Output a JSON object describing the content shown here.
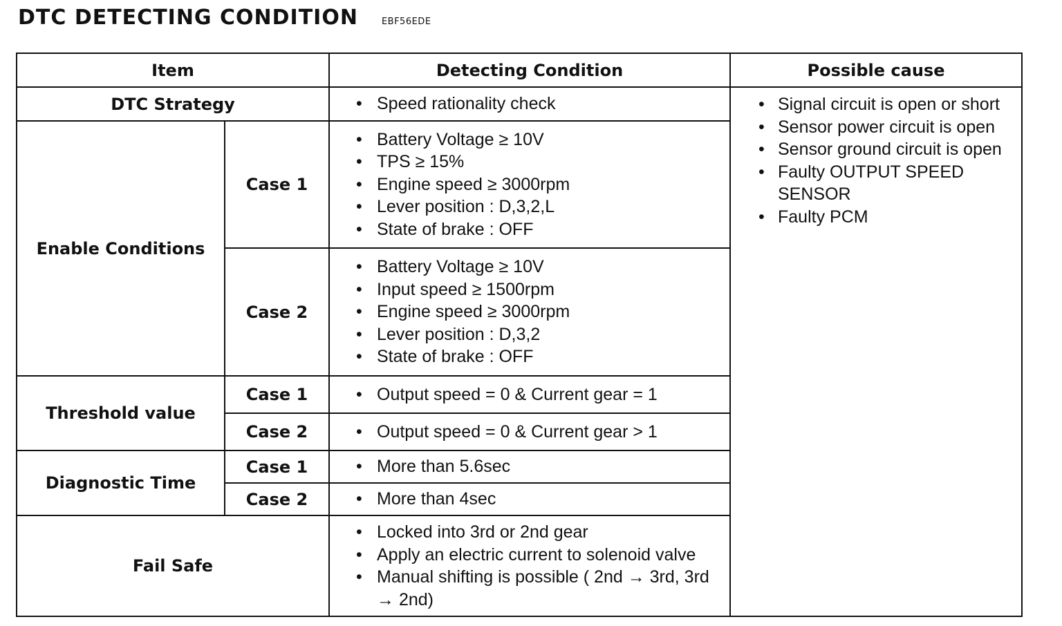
{
  "header": {
    "title": "DTC DETECTING CONDITION",
    "code": "EBF56EDE"
  },
  "table": {
    "columns": [
      "Item",
      "Detecting Condition",
      "Possible cause"
    ],
    "dtc_strategy": {
      "label": "DTC Strategy",
      "conditions": [
        "Speed rationality check"
      ]
    },
    "enable_conditions": {
      "label": "Enable Conditions",
      "case1": {
        "label": "Case 1",
        "conditions": [
          "Battery Voltage ≥ 10V",
          "TPS ≥ 15%",
          "Engine speed ≥ 3000rpm",
          "Lever position : D,3,2,L",
          "State of brake : OFF"
        ]
      },
      "case2": {
        "label": "Case 2",
        "conditions": [
          "Battery Voltage ≥ 10V",
          "Input speed ≥ 1500rpm",
          "Engine speed ≥ 3000rpm",
          "Lever position : D,3,2",
          "State of brake : OFF"
        ]
      }
    },
    "threshold_value": {
      "label": "Threshold value",
      "case1": {
        "label": "Case 1",
        "conditions": [
          "Output speed = 0 & Current gear = 1"
        ]
      },
      "case2": {
        "label": "Case 2",
        "conditions": [
          "Output speed = 0 & Current gear > 1"
        ]
      }
    },
    "diagnostic_time": {
      "label": "Diagnostic Time",
      "case1": {
        "label": "Case 1",
        "conditions": [
          "More than 5.6sec"
        ]
      },
      "case2": {
        "label": "Case 2",
        "conditions": [
          "More than 4sec"
        ]
      }
    },
    "fail_safe": {
      "label": "Fail Safe",
      "conditions": [
        "Locked into 3rd or 2nd gear",
        "Apply an electric current to solenoid valve",
        "Manual shifting is possible ( 2nd → 3rd, 3rd → 2nd)"
      ]
    },
    "possible_causes": [
      "Signal circuit is open or short",
      "Sensor power circuit is open",
      "Sensor ground circuit is open",
      "Faulty OUTPUT SPEED SENSOR",
      "Faulty PCM"
    ]
  }
}
